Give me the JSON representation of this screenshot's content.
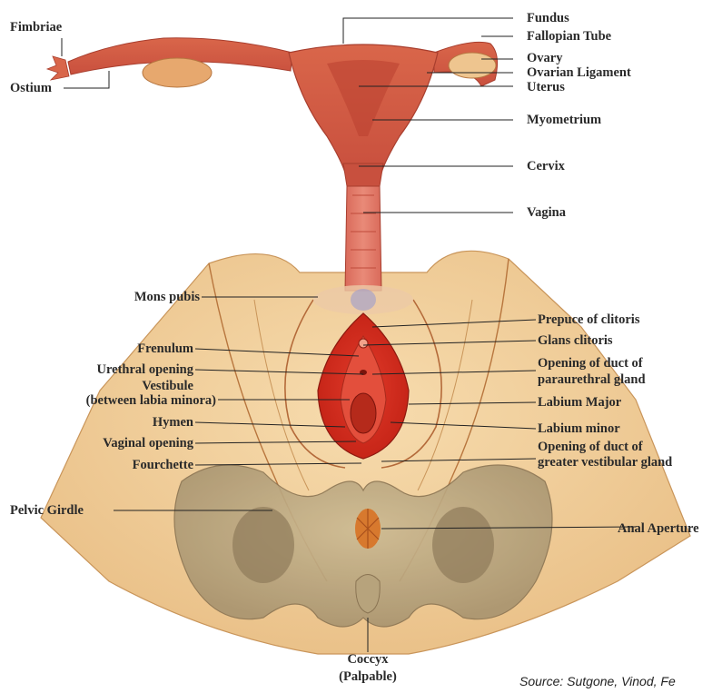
{
  "labels": {
    "fimbriae": "Fimbriae",
    "ostium": "Ostium",
    "fundus": "Fundus",
    "fallopian_tube": "Fallopian Tube",
    "ovary": "Ovary",
    "ovarian_ligament": "Ovarian Ligament",
    "uterus": "Uterus",
    "myometrium": "Myometrium",
    "cervix": "Cervix",
    "vagina": "Vagina",
    "mons_pubis": "Mons pubis",
    "frenulum": "Frenulum",
    "urethral_opening": "Urethral opening",
    "vestibule_line1": "Vestibule",
    "vestibule_line2": "(between labia minora)",
    "hymen": "Hymen",
    "vaginal_opening": "Vaginal opening",
    "fourchette": "Fourchette",
    "pelvic_girdle": "Pelvic Girdle",
    "prepuce_of_clitoris": "Prepuce of clitoris",
    "glans_clitoris": "Glans clitoris",
    "paraurethral_line1": "Opening of duct of",
    "paraurethral_line2": "paraurethral gland",
    "labium_major": "Labium Major",
    "labium_minor": "Labium minor",
    "vestibular_line1": "Opening of duct of",
    "vestibular_line2": "greater vestibular gland",
    "anal_aperture": "Anal Aperture",
    "coccyx_line1": "Coccyx",
    "coccyx_line2": "(Palpable)"
  },
  "source": "Source: Sutgone, Vinod, Fe"
}
